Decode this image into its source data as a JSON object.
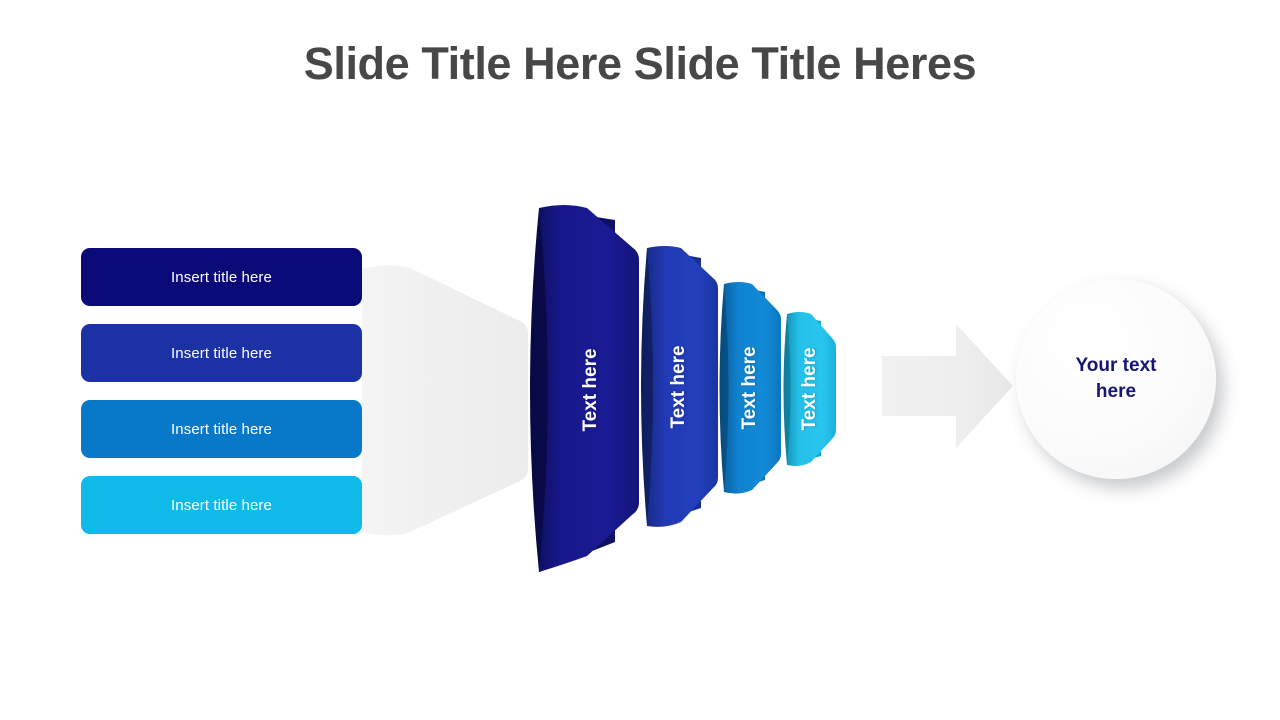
{
  "slide": {
    "title": "Slide Title Here Slide Title Heres",
    "background_color": "#ffffff",
    "title_color": "#474747"
  },
  "buttons": {
    "items": [
      {
        "label": "Insert title here",
        "color": "#0A0A78",
        "text_color": "#ffffff"
      },
      {
        "label": "Insert title here",
        "color": "#1B31A4",
        "text_color": "#ffffff"
      },
      {
        "label": "Insert title here",
        "color": "#0878C8",
        "text_color": "#ffffff"
      },
      {
        "label": "Insert title here",
        "color": "#0FB9E8",
        "text_color": "#ffffff"
      }
    ]
  },
  "funnel_mouth": {
    "fill": "#f0f0f1",
    "fill_edge": "#e9e9ea"
  },
  "funnel": {
    "segments": [
      {
        "label": "Text here",
        "face_color": "#151580",
        "face_color_light": "#1B1B96",
        "cap_color": "#0B0B52",
        "cap_color_dark": "#070740"
      },
      {
        "label": "Text here",
        "face_color": "#1C35A5",
        "face_color_light": "#2340BC",
        "cap_color": "#142574",
        "cap_color_dark": "#0F1C5C"
      },
      {
        "label": "Text here",
        "face_color": "#0C79C8",
        "face_color_light": "#138CD8",
        "cap_color": "#0A5E9B",
        "cap_color_dark": "#084B7D"
      },
      {
        "label": "Text here",
        "face_color": "#19B5E0",
        "face_color_light": "#2CC4EC",
        "cap_color": "#1393B6",
        "cap_color_dark": "#107B98"
      }
    ]
  },
  "flow_arrow": {
    "name": "right-arrow",
    "fill": "#efefef",
    "fill_edge": "#e8e8e8"
  },
  "result": {
    "label": "Your text\nhere",
    "text_color": "#151573",
    "fill": "#fbfbfc"
  }
}
